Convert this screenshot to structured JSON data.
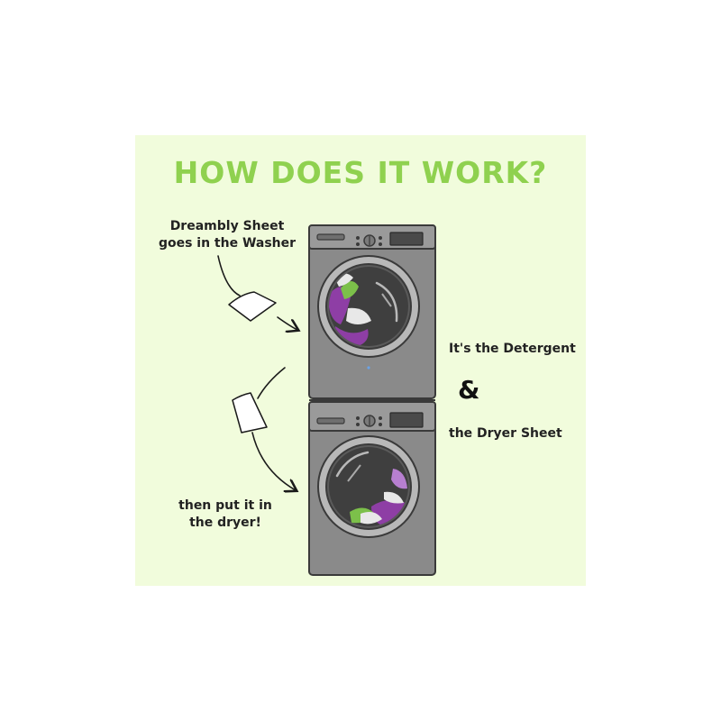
{
  "title": "HOW DOES IT WORK?",
  "captions": {
    "washer": [
      "Dreambly Sheet",
      "goes in the Washer"
    ],
    "dryer": [
      "then put it in",
      "the dryer!"
    ],
    "detergent": "It's the Detergent",
    "ampersand": "&",
    "dryer_sheet": "the Dryer Sheet"
  },
  "icons": {
    "washer": "washing-machine-icon",
    "dryer": "dryer-icon",
    "sheet": "dryer-sheet-icon",
    "arrow": "curved-arrow-icon"
  },
  "colors": {
    "background": "#f1fcdc",
    "title": "#8fd14f",
    "machine": "#8a8a8a",
    "clothes_purple": "#8e3ea5",
    "clothes_green": "#7cc04a"
  }
}
